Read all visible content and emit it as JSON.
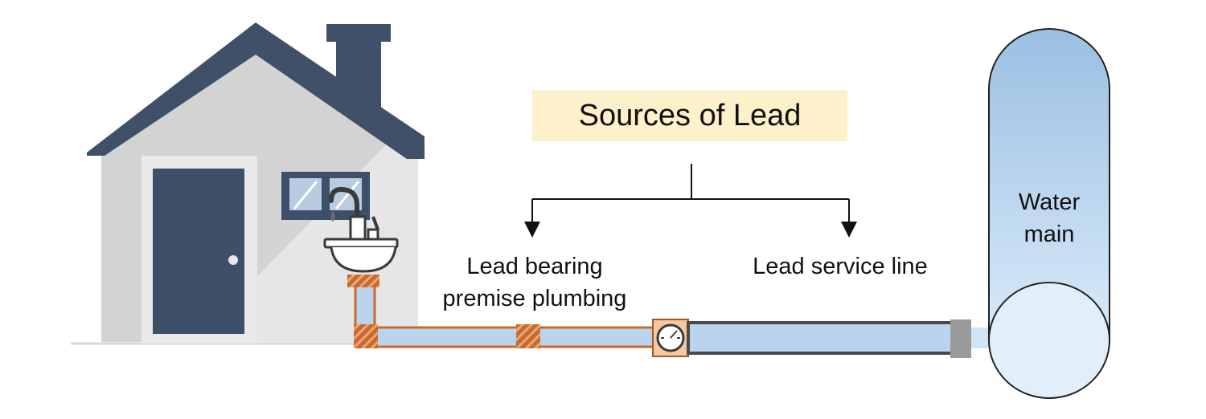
{
  "diagram": {
    "title": "Sources of Lead",
    "labels": {
      "premise_plumbing_line1": "Lead bearing",
      "premise_plumbing_line2": "premise plumbing",
      "service_line": "Lead service line",
      "water_main_line1": "Water",
      "water_main_line2": "main"
    },
    "colors": {
      "roof": "#3f5068",
      "wall": "#d3d3d3",
      "door": "#3d4f69",
      "title_box": "#fdf1cc",
      "copper_pipe": "#c96a2d",
      "pipe_fill": "#b9d4ec",
      "service_line_outline": "#4a4a4a",
      "water_main_top": "#9bbfe2",
      "water_main_bottom": "#e6f2fc"
    },
    "icons": [
      "house-icon",
      "faucet-icon",
      "sink-icon",
      "water-meter-icon",
      "drop-icon"
    ]
  }
}
